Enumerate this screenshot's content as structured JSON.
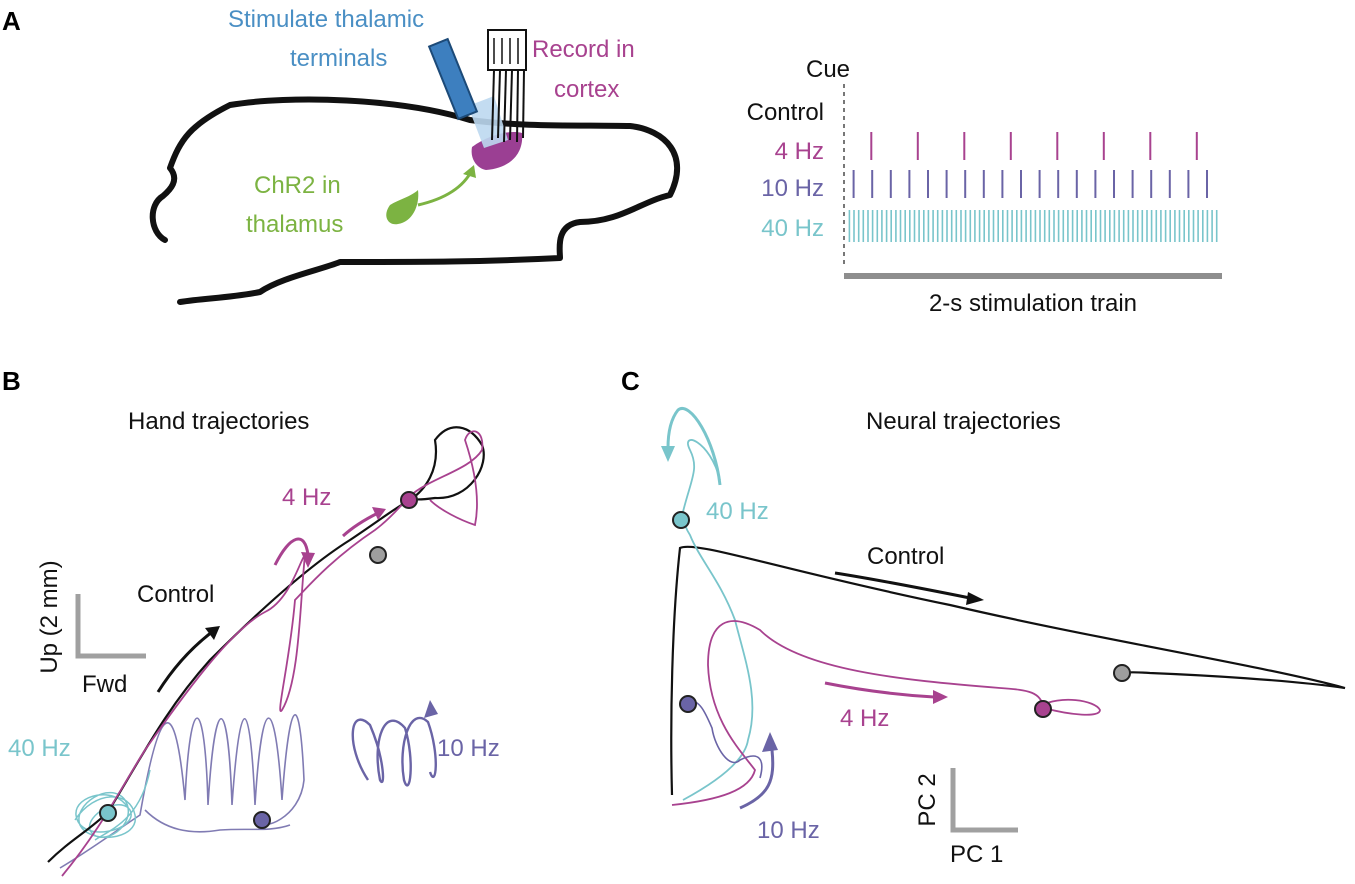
{
  "panels": {
    "a": {
      "letter": "A",
      "stim_label_line1": "Stimulate thalamic",
      "stim_label_line2": "terminals",
      "record_label_line1": "Record in",
      "record_label_line2": "cortex",
      "chr2_label_line1": "ChR2 in",
      "chr2_label_line2": "thalamus",
      "cue_label": "Cue",
      "conditions": [
        "Control",
        "4 Hz",
        "10 Hz",
        "40 Hz"
      ],
      "train_label": "2-s stimulation train",
      "pulse_counts": {
        "control": 0,
        "hz4": 8,
        "hz10": 20,
        "hz40": 80
      }
    },
    "b": {
      "letter": "B",
      "title": "Hand trajectories",
      "label_4hz": "4 Hz",
      "label_control": "Control",
      "label_40hz": "40 Hz",
      "label_10hz": "10 Hz",
      "scale_y": "Up (2 mm)",
      "scale_x": "Fwd"
    },
    "c": {
      "letter": "C",
      "title": "Neural trajectories",
      "label_40hz": "40 Hz",
      "label_control": "Control",
      "label_4hz": "4 Hz",
      "label_10hz": "10 Hz",
      "scale_y": "PC 2",
      "scale_x": "PC 1"
    }
  },
  "colors": {
    "control": "#111111",
    "hz4": "#a8428f",
    "hz10": "#6a64a6",
    "hz40": "#79c5cb",
    "chr2": "#7cb342",
    "stim": "#4a8fc4",
    "record": "#a8428f",
    "cortex_fill": "#9b3f93",
    "thalamus_fill": "#7cb342",
    "fiber": "#3d7fbf",
    "scale_bar": "#a0a0a0",
    "start_dot_gray": "#9e9e9e"
  }
}
